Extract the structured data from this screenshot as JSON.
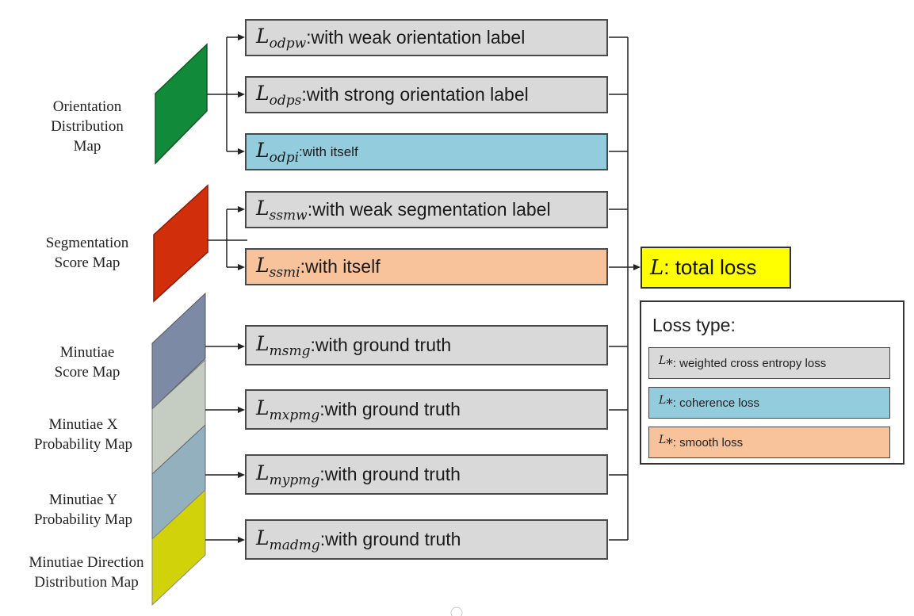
{
  "maps": {
    "orientation": "Orientation\nDistribution Map",
    "segmentation": "Segmentation\nScore Map",
    "minutiae_score": "Minutiae\nScore Map",
    "minutiae_x": "Minutiae X\nProbability Map",
    "minutiae_y": "Minutiae Y\nProbability Map",
    "minutiae_dir": "Minutiae Direction\nDistribution Map"
  },
  "losses": [
    {
      "symbol": "L",
      "sub": "odpw",
      "text": ":with weak orientation label"
    },
    {
      "symbol": "L",
      "sub": "odps",
      "text": ":with strong orientation label"
    },
    {
      "symbol": "L",
      "sub": "odpi",
      "text": ":with itself"
    },
    {
      "symbol": "L",
      "sub": "ssmw",
      "text": ":with weak segmentation label"
    },
    {
      "symbol": "L",
      "sub": "ssmi",
      "text": ":with itself"
    },
    {
      "symbol": "L",
      "sub": "msmg",
      "text": ":with ground truth"
    },
    {
      "symbol": "L",
      "sub": "mxpmg",
      "text": ":with ground truth"
    },
    {
      "symbol": "L",
      "sub": "mypmg",
      "text": ":with ground truth"
    },
    {
      "symbol": "L",
      "sub": "madmg",
      "text": ":with ground truth"
    }
  ],
  "total": {
    "symbol": "L",
    "text": ": total loss"
  },
  "legend": {
    "title": "Loss type:",
    "items": [
      {
        "symbol": "L",
        "sub": "*",
        "text": ": weighted cross entropy loss"
      },
      {
        "symbol": "L",
        "sub": "*",
        "text": ": coherence loss"
      },
      {
        "symbol": "L",
        "sub": "*",
        "text": ": smooth loss"
      }
    ]
  },
  "colors": {
    "orientation_map": "#118a3a",
    "segmentation_map": "#d12e0c",
    "minutiae_score_map": "#7d8aa6",
    "minutiae_x_map": "#c5ccc2",
    "minutiae_y_map": "#93b0bf",
    "minutiae_dir_map": "#d2d20a",
    "weighted_ce": "#d9d9d9",
    "coherence": "#93cddd",
    "smooth": "#f8c29a",
    "total": "#ffff00"
  }
}
